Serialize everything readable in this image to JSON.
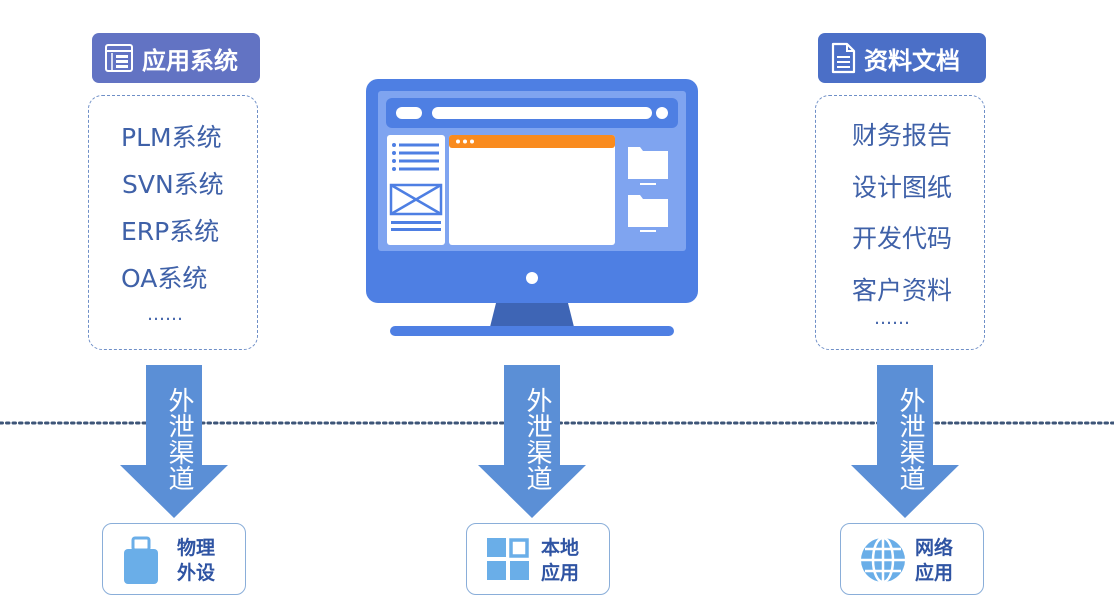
{
  "left_category": {
    "title": "应用系统",
    "items": [
      "PLM系统",
      "SVN系统",
      "ERP系统",
      "OA系统",
      "……"
    ]
  },
  "right_category": {
    "title": "资料文档",
    "items": [
      "财务报告",
      "设计图纸",
      "开发代码",
      "客户资料",
      "……"
    ]
  },
  "arrow_label": "外泄渠道",
  "channels": [
    {
      "label_1": "物理",
      "label_2": "外设",
      "icon": "usb-drive-icon"
    },
    {
      "label_1": "本地",
      "label_2": "应用",
      "icon": "app-grid-icon"
    },
    {
      "label_1": "网络",
      "label_2": "应用",
      "icon": "globe-icon"
    }
  ],
  "colors": {
    "header_left": "#6273c3",
    "header_right": "#4b6fc7",
    "arrow": "#5b8fd6",
    "monitor": "#4e7fe3",
    "text_blue": "#3f61a8",
    "dotted_line": "#3d5578"
  }
}
